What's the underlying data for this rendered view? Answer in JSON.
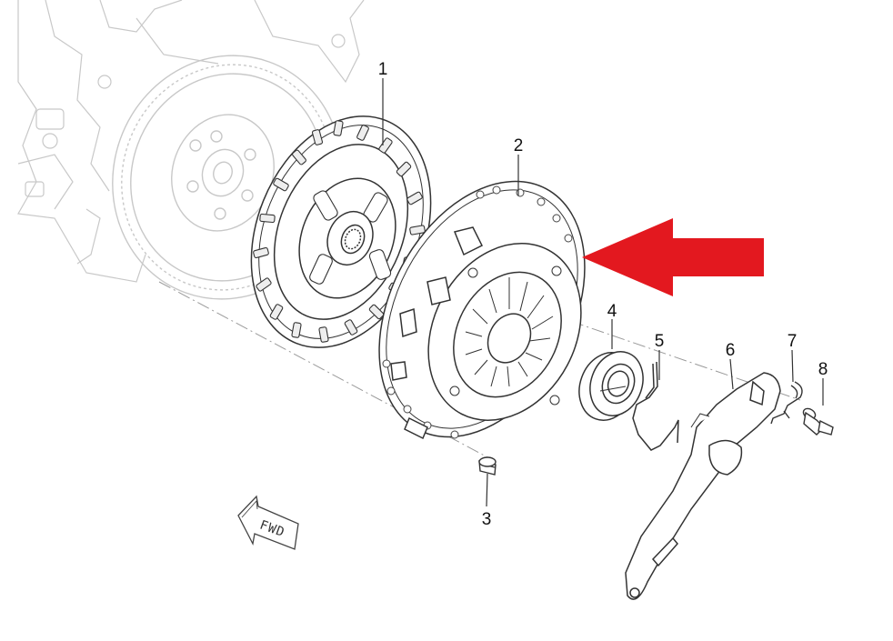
{
  "diagram": {
    "parts": [
      {
        "number": "1"
      },
      {
        "number": "2"
      },
      {
        "number": "3"
      },
      {
        "number": "4"
      },
      {
        "number": "5"
      },
      {
        "number": "6"
      },
      {
        "number": "7"
      },
      {
        "number": "8"
      }
    ],
    "direction_badge": "FWD",
    "highlight_arrow_color": "#e3181f",
    "ghost_line_color": "#c8c8c8",
    "part_line_color": "#333333"
  }
}
